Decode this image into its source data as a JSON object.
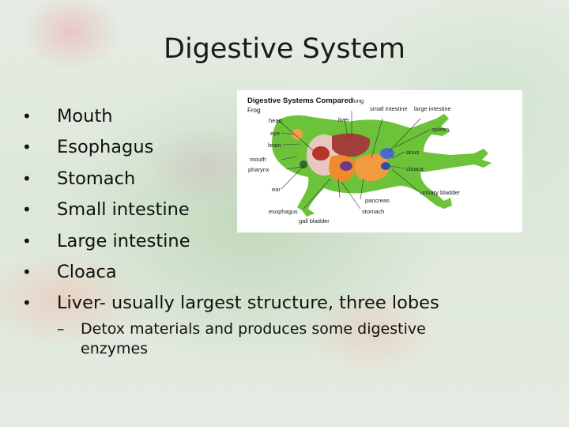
{
  "slide": {
    "title": "Digestive System",
    "bullets": [
      "Mouth",
      "Esophagus",
      "Stomach",
      "Small intestine",
      "Large intestine",
      "Cloaca",
      "Liver- usually largest structure, three lobes"
    ],
    "sub_bullet": {
      "dash": "–",
      "text": "Detox materials and produces some digestive enzymes"
    },
    "bullet_glyph": "•"
  },
  "diagram": {
    "heading": "Digestive Systems Compared",
    "subheading": "Frog",
    "labels": {
      "heart": "heart",
      "lung": "lung",
      "liver": "liver",
      "small_intestine": "small intestine",
      "large_intestine": "large intestine",
      "eye": "eye",
      "brain": "brain",
      "mouth": "mouth",
      "pharynx": "pharynx",
      "ear": "ear",
      "spleen": "spleen",
      "anus": "anus",
      "cloaca": "cloaca",
      "urinary_bladder": "urinary bladder",
      "esophagus": "esophagus",
      "gall_bladder": "gall bladder",
      "pancreas": "pancreas",
      "stomach": "stomach"
    },
    "colors": {
      "frog_body": "#6cc33a",
      "organ_orange": "#f08a2c",
      "organ_red": "#b8342a",
      "organ_blue": "#4a6cc8"
    }
  }
}
